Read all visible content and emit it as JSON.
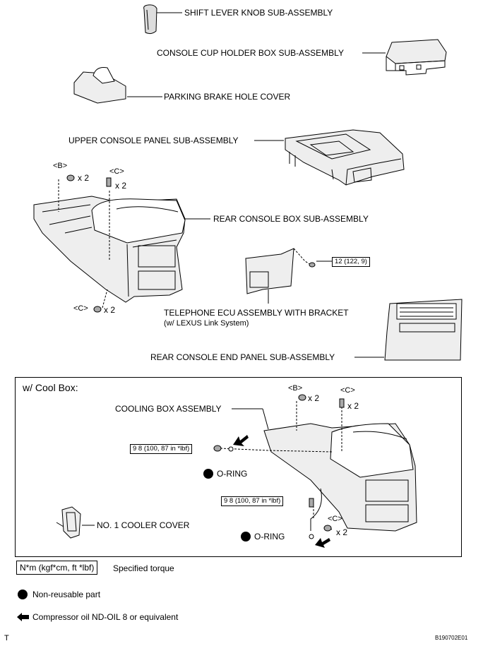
{
  "parts": {
    "shift_knob": "SHIFT LEVER KNOB SUB-ASSEMBLY",
    "cup_holder": "CONSOLE CUP HOLDER BOX SUB-ASSEMBLY",
    "parking_cover": "PARKING BRAKE HOLE COVER",
    "upper_panel": "UPPER CONSOLE PANEL SUB-ASSEMBLY",
    "rear_box": "REAR CONSOLE BOX SUB-ASSEMBLY",
    "ecu_line1": "TELEPHONE ECU ASSEMBLY WITH BRACKET",
    "ecu_line2": "(w/ LEXUS Link System)",
    "end_panel": "REAR CONSOLE END PANEL SUB-ASSEMBLY",
    "cooling_box": "COOLING BOX ASSEMBLY",
    "cooler_cover": "NO. 1 COOLER COVER",
    "oring": "O-RING"
  },
  "fasteners": {
    "b_label": "<B>",
    "c_label": "<C>",
    "x2": "x 2"
  },
  "torques": {
    "t1": "12 (122, 9)",
    "t2": "9 8 (100, 87 in *lbf)"
  },
  "panel": {
    "title": "w/ Cool Box:"
  },
  "legend": {
    "torque_unit": "N*m (kgf*cm, ft *lbf)",
    "torque_text": "Specified torque",
    "nonreusable": "Non-reusable part",
    "oil": "Compressor oil ND-OIL 8 or equivalent"
  },
  "footer": {
    "left": "T",
    "right": "B190702E01"
  },
  "icons": [
    "non-reusable-dot-icon",
    "oil-arrow-icon"
  ]
}
